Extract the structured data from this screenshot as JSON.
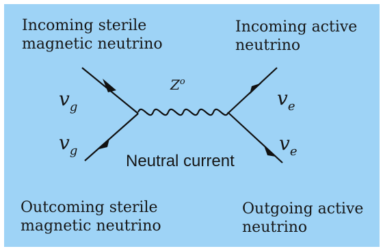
{
  "labels": {
    "incoming_sterile": "Incoming sterile\nmagnetic neutrino",
    "incoming_active": "Incoming active\nneutrino",
    "outcoming_sterile": "Outcoming sterile\nmagnetic neutrino",
    "outgoing_active": "Outgoing active\nneutrino",
    "neutral_current": "Neutral current"
  },
  "particles": {
    "boson": "Z",
    "boson_sup": "o",
    "left_in": {
      "base": "v",
      "sub": "g"
    },
    "left_out": {
      "base": "v",
      "sub": "g"
    },
    "right_in": {
      "base": "v",
      "sub": "e"
    },
    "right_out": {
      "base": "v",
      "sub": "e"
    }
  },
  "colors": {
    "background": "#9ed3f6",
    "lines": "#111111"
  }
}
